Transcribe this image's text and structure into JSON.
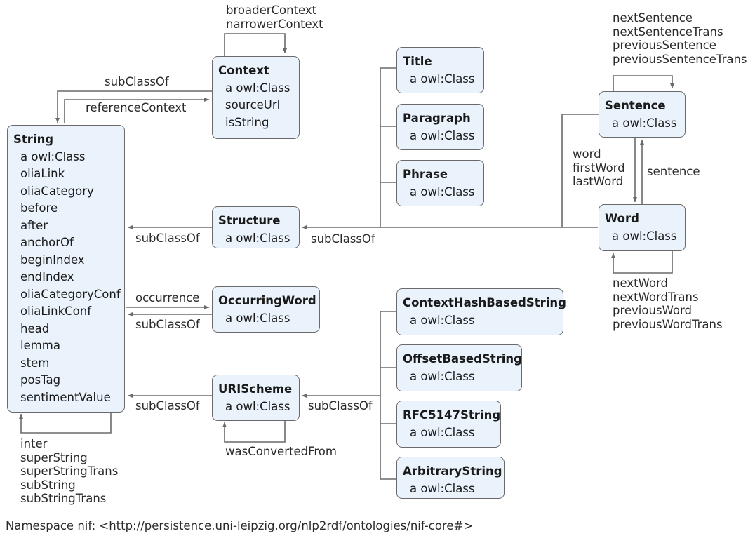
{
  "classes": {
    "string": {
      "name": "String",
      "attrs": [
        "a owl:Class",
        "oliaLink",
        "oliaCategory",
        "before",
        "after",
        "anchorOf",
        "beginIndex",
        "endIndex",
        "oliaCategoryConf",
        "oliaLinkConf",
        "head",
        "lemma",
        "stem",
        "posTag",
        "sentimentValue"
      ]
    },
    "context": {
      "name": "Context",
      "attrs": [
        "a owl:Class",
        "sourceUrl",
        "isString"
      ]
    },
    "structure": {
      "name": "Structure",
      "attrs": [
        "a owl:Class"
      ]
    },
    "occurring_word": {
      "name": "OccurringWord",
      "attrs": [
        "a owl:Class"
      ]
    },
    "uri_scheme": {
      "name": "URIScheme",
      "attrs": [
        "a owl:Class"
      ]
    },
    "title": {
      "name": "Title",
      "attrs": [
        "a owl:Class"
      ]
    },
    "paragraph": {
      "name": "Paragraph",
      "attrs": [
        "a owl:Class"
      ]
    },
    "phrase": {
      "name": "Phrase",
      "attrs": [
        "a owl:Class"
      ]
    },
    "sentence": {
      "name": "Sentence",
      "attrs": [
        "a owl:Class"
      ]
    },
    "word": {
      "name": "Word",
      "attrs": [
        "a owl:Class"
      ]
    },
    "context_hash": {
      "name": "ContextHashBasedString",
      "attrs": [
        "a owl:Class"
      ]
    },
    "offset_based": {
      "name": "OffsetBasedString",
      "attrs": [
        "a owl:Class"
      ]
    },
    "rfc5147": {
      "name": "RFC5147String",
      "attrs": [
        "a owl:Class"
      ]
    },
    "arbitrary": {
      "name": "ArbitraryString",
      "attrs": [
        "a owl:Class"
      ]
    }
  },
  "edge_labels": {
    "context_self": [
      "broaderContext",
      "narrowerContext"
    ],
    "string_to_context": "subClassOf",
    "reference_context": "referenceContext",
    "structure_to_string": "subClassOf",
    "substructure_to_structure": "subClassOf",
    "occurrence": "occurrence",
    "occurring_word_to_string": "subClassOf",
    "uri_scheme_to_string": "subClassOf",
    "string_variants_to_uri_scheme": "subClassOf",
    "uri_scheme_self": "wasConvertedFrom",
    "string_self": [
      "inter",
      "superString",
      "superStringTrans",
      "subString",
      "subStringTrans"
    ],
    "sentence_self": [
      "nextSentence",
      "nextSentenceTrans",
      "previousSentence",
      "previousSentenceTrans"
    ],
    "sentence_to_word": [
      "word",
      "firstWord",
      "lastWord"
    ],
    "word_to_sentence": "sentence",
    "word_self": [
      "nextWord",
      "nextWordTrans",
      "previousWord",
      "previousWordTrans"
    ]
  },
  "footer": "Namespace nif: <http://persistence.uni-leipzig.org/nlp2rdf/ontologies/nif-core#>",
  "colors": {
    "box_fill": "#eaf3fb",
    "box_border": "#6a6a6a",
    "edge": "#6a6a6a"
  }
}
